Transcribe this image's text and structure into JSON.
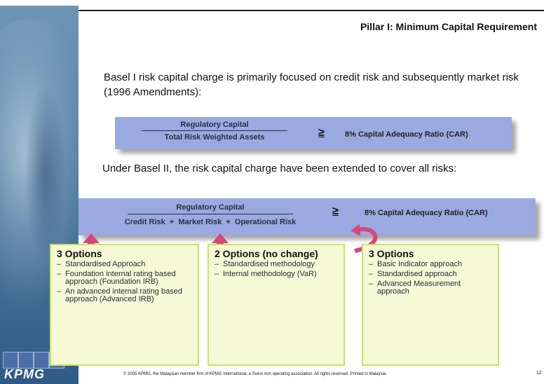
{
  "header": {
    "title": "Pillar I: Minimum Capital Requirement"
  },
  "intro": {
    "text": "Basel I risk capital charge is primarily focused on credit risk and subsequently market risk (1996 Amendments):"
  },
  "formula1": {
    "numerator": "Regulatory Capital",
    "denominator": "Total Risk Weighted Assets",
    "operator": "≥",
    "ratio": "8% Capital Adequacy Ratio (CAR)"
  },
  "under_text": "Under Basel II, the risk capital charge have been extended to cover all risks:",
  "formula2": {
    "numerator": "Regulatory Capital",
    "denominator": "Credit Risk  +  Market Risk  +  Operational Risk",
    "operator": "≥",
    "ratio": "8% Capital Adequacy Ratio (CAR)"
  },
  "options": [
    {
      "heading": "3 Options",
      "items": [
        "Standardised Approach",
        "Foundation internal rating based approach (Foundation IRB)",
        "An advanced internal rating based approach (Advanced IRB)"
      ]
    },
    {
      "heading": "2 Options (no change)",
      "items": [
        "Standardised methodology",
        "Internal methodology (VaR)"
      ]
    },
    {
      "heading": "3 Options",
      "items": [
        "Basic Indicator approach",
        "Standardised approach",
        "Advanced Measurement approach"
      ]
    }
  ],
  "brand": {
    "logo_text": "KPMG",
    "accent_color": "#d6477a",
    "bar_color": "#9aa9e0",
    "box_border": "#c6e45c"
  },
  "footer": {
    "text": "© 2005 KPMG, the Malaysian member firm of KPMG International, a Swiss non operating association. All rights reserved. Printed in Malaysia.",
    "page_number": "12"
  }
}
